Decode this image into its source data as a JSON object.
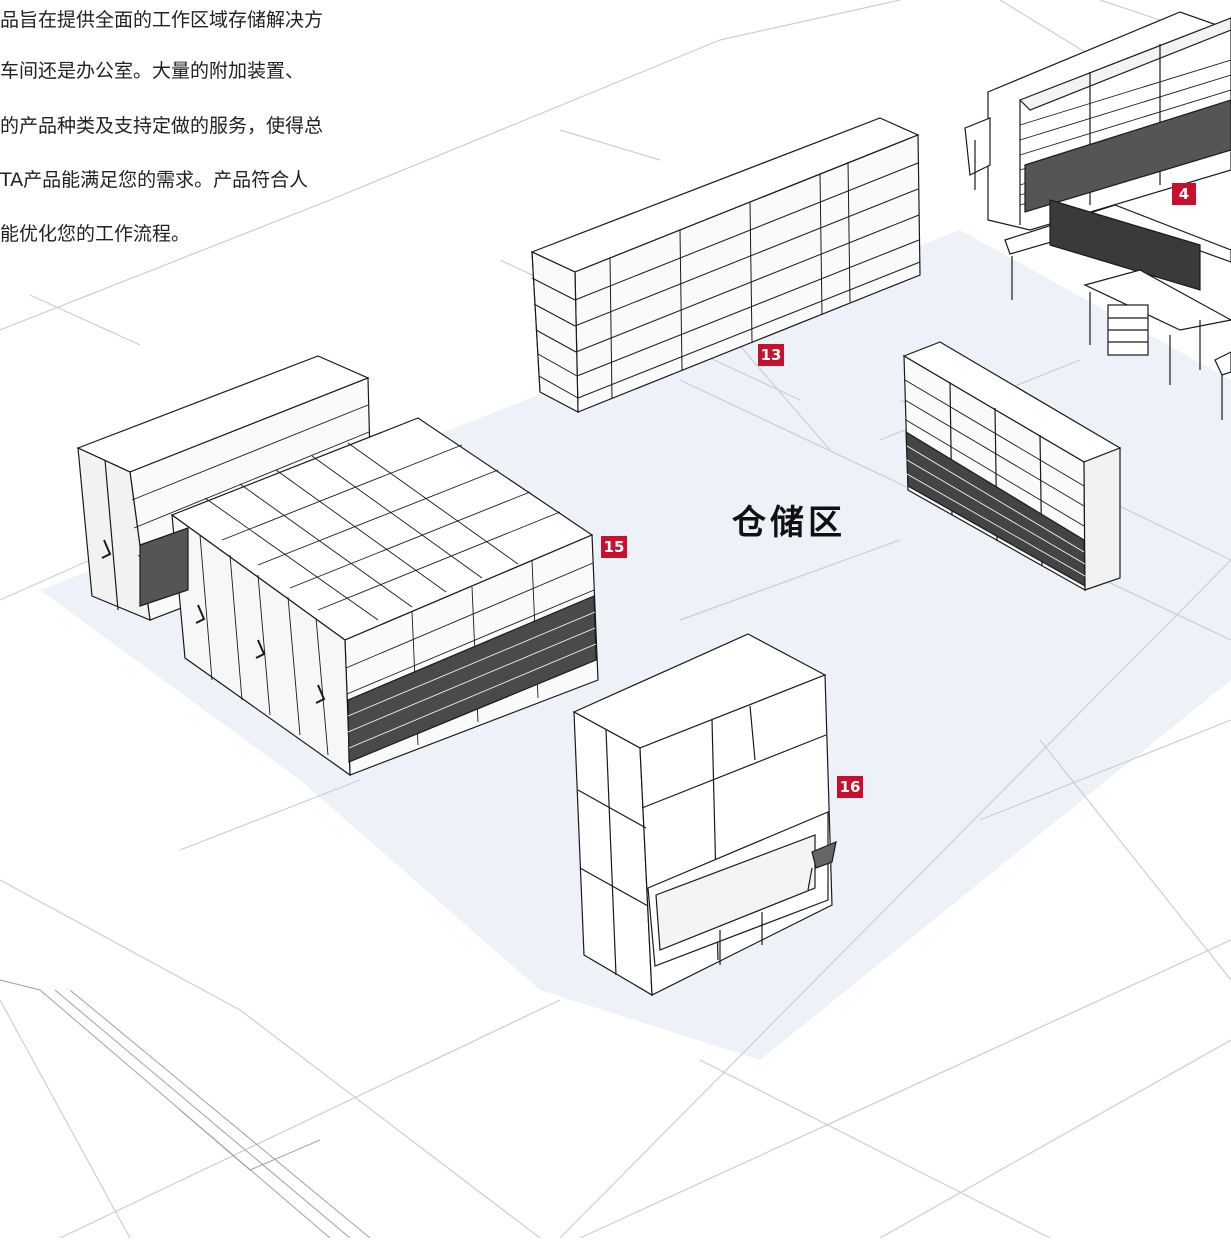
{
  "intro": {
    "lines": [
      "品旨在提供全面的工作区域存储解决方",
      "车间还是办公室。大量的附加装置、",
      "的产品种类及支持定做的服务，使得总",
      "TA产品能满足您的需求。产品符合人",
      "能优化您的工作流程。"
    ]
  },
  "zone_label": "仓储区",
  "badges": [
    {
      "id": "4",
      "label": "4"
    },
    {
      "id": "13",
      "label": "13"
    },
    {
      "id": "15",
      "label": "15"
    },
    {
      "id": "16",
      "label": "16"
    }
  ],
  "colors": {
    "badge": "#c8102e",
    "floor_zone": "#edf2f9",
    "line": "#1a1a1a",
    "guide": "#c9cfd6"
  }
}
